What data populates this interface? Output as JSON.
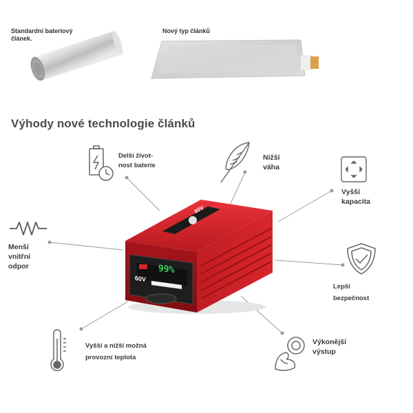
{
  "top": {
    "standard_cell_caption": "Standardní bateriový článek.",
    "new_cell_caption": "Nový typ článků"
  },
  "heading": "Výhody nové technologie článků",
  "benefits": {
    "longer_life": "Delší život-\nnost baterie",
    "lower_weight": "Nižší\nváha",
    "higher_capacity": "Vyšší\nkapacita",
    "lower_resistance": "Menší\nvnitřní\nodpor",
    "better_safety": "Lepší\nbezpečnost",
    "temperature": "Vyšší a nižší možná\nprovozní teplota",
    "output": "Výkonější\nvýstup"
  },
  "battery": {
    "display_value": "99%",
    "badge": "60V",
    "side_text": "60V"
  },
  "colors": {
    "battery_red": "#d8232a",
    "battery_dark": "#1e1e1e",
    "display_green": "#39d35a",
    "icon_gray": "#666666"
  }
}
